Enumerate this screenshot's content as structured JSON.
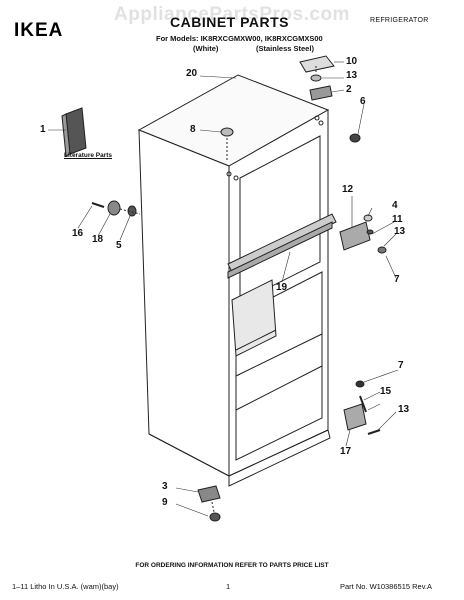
{
  "header": {
    "logo": "IKEA",
    "watermark": "AppliancePartsPros.com",
    "title": "CABINET PARTS",
    "category": "REFRIGERATOR",
    "models_line": "For Models: IK8RXCGMXW00, IK8RXCGMXS00",
    "variant_white": "(White)",
    "variant_steel": "(Stainless Steel)"
  },
  "diagram": {
    "literature_label": "Literature Parts",
    "callouts": [
      "1",
      "2",
      "3",
      "4",
      "5",
      "6",
      "7",
      "7",
      "8",
      "9",
      "10",
      "11",
      "12",
      "13",
      "13",
      "13",
      "15",
      "16",
      "17",
      "18",
      "19",
      "20"
    ]
  },
  "footer": {
    "ordering": "FOR ORDERING INFORMATION REFER TO PARTS PRICE LIST",
    "litho": "1–11 Litho In U.S.A. (wam)(bay)",
    "page": "1",
    "part_no": "Part No. W10386515 Rev.A"
  }
}
